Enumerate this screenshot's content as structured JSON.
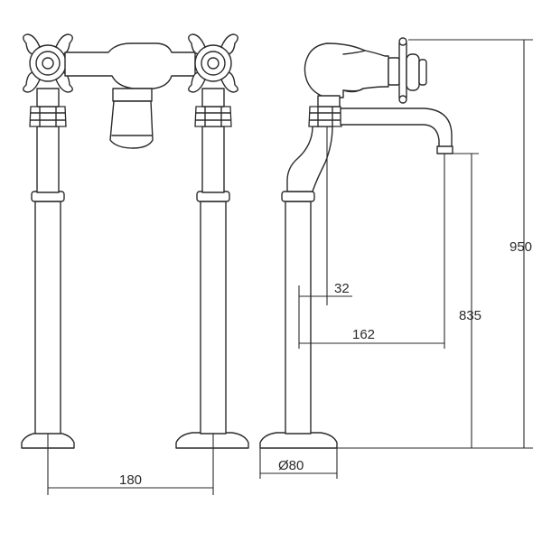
{
  "dimensions": {
    "overall_height": "950",
    "spout_height": "835",
    "spout_reach": "162",
    "pipe_offset": "32",
    "base_diameter": "Ø80",
    "tap_centres": "180"
  },
  "colors": {
    "line": "#2a2a2a",
    "background": "#ffffff"
  }
}
